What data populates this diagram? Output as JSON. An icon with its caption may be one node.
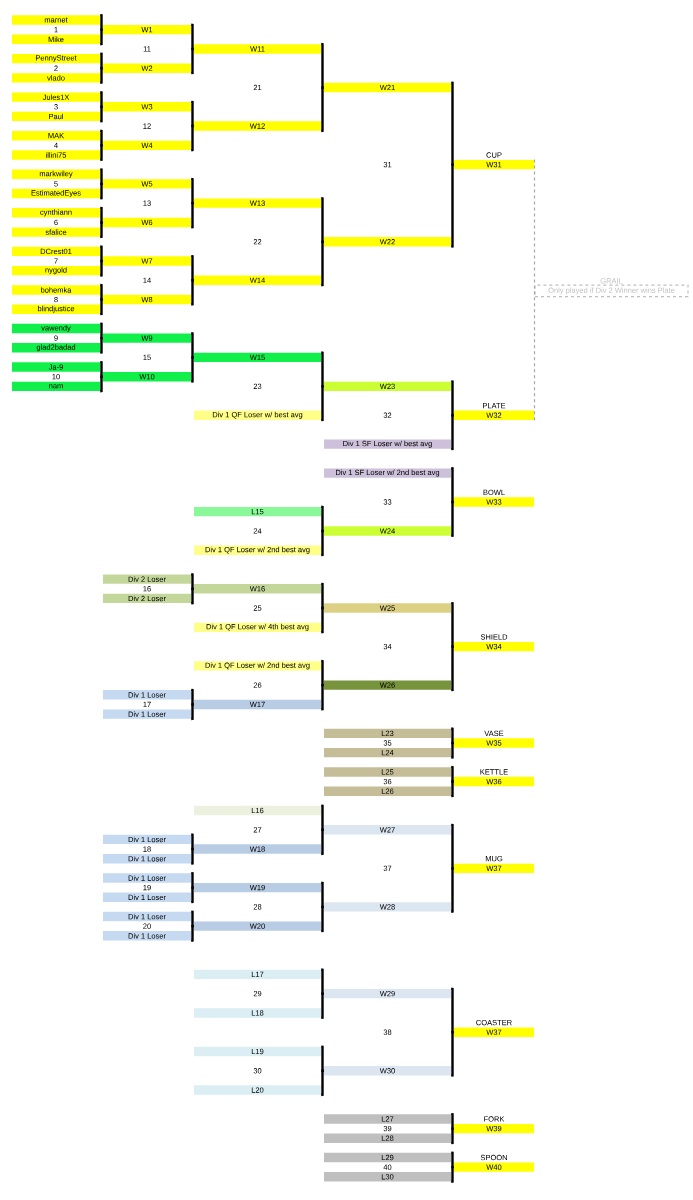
{
  "diagram": {
    "nodes": [
      {
        "text": [
          "marnet"
        ]
      },
      {
        "text": [
          "W1"
        ]
      },
      {
        "text": [
          "Mike"
        ]
      },
      {
        "text": [
          "W11"
        ]
      },
      {
        "text": [
          "PennyStreet"
        ]
      },
      {
        "text": [
          "W2"
        ]
      },
      {
        "text": [
          "vlado"
        ]
      },
      {
        "text": [
          "W21"
        ]
      },
      {
        "text": [
          "Jules1X"
        ]
      },
      {
        "text": [
          "W3"
        ]
      },
      {
        "text": [
          "Paul"
        ]
      },
      {
        "text": [
          "W12"
        ]
      },
      {
        "text": [
          "MAK"
        ]
      },
      {
        "text": [
          "W4"
        ]
      },
      {
        "text": [
          "illini75"
        ]
      },
      {
        "text": [
          "CUP",
          "W31"
        ]
      },
      {
        "text": [
          "markwiley"
        ]
      },
      {
        "text": [
          "W5"
        ]
      },
      {
        "text": [
          "EstimatedEyes"
        ]
      },
      {
        "text": [
          "W13"
        ]
      },
      {
        "text": [
          "cynthiann"
        ]
      },
      {
        "text": [
          "W6"
        ]
      },
      {
        "text": [
          "sfalice"
        ]
      },
      {
        "text": [
          "W22"
        ]
      },
      {
        "text": [
          "DCrest01"
        ]
      },
      {
        "text": [
          "W7"
        ]
      },
      {
        "text": [
          "nygold"
        ]
      },
      {
        "text": [
          "W14"
        ]
      },
      {
        "text": [
          "GRAIL",
          "Only played if Div 2 Winner wins Plate"
        ]
      },
      {
        "text": [
          "bohemka"
        ]
      },
      {
        "text": [
          "W8"
        ]
      },
      {
        "text": [
          "blindjustice"
        ]
      },
      {
        "text": [
          "vawendy"
        ]
      },
      {
        "text": [
          "W9"
        ]
      },
      {
        "text": [
          "glad2badad"
        ]
      },
      {
        "text": [
          "W15"
        ]
      },
      {
        "text": [
          "Ja-9"
        ]
      },
      {
        "text": [
          "W10"
        ]
      },
      {
        "text": [
          "nam"
        ]
      },
      {
        "text": [
          "W23"
        ]
      },
      {
        "text": [
          "Div 1 QF Loser w/ best avg"
        ]
      },
      {
        "text": [
          "PLATE",
          "W32"
        ]
      },
      {
        "text": [
          "Div 1 SF Loser w/ best avg"
        ]
      },
      {
        "text": [
          "Div 1 SF Loser w/ 2nd best avg"
        ]
      },
      {
        "text": [
          "BOWL",
          "W33"
        ]
      },
      {
        "text": [
          "L15"
        ]
      },
      {
        "text": [
          "W24"
        ]
      },
      {
        "text": [
          "Div 1 QF Loser w/ 2nd best avg"
        ]
      },
      {
        "text": [
          "Div 2 Loser"
        ]
      },
      {
        "text": [
          "W16"
        ]
      },
      {
        "text": [
          "Div 2 Loser"
        ]
      },
      {
        "text": [
          "W25"
        ]
      },
      {
        "text": [
          "Div 1 QF Loser w/ 4th best avg"
        ]
      },
      {
        "text": [
          "SHIELD",
          "W34"
        ]
      },
      {
        "text": [
          "Div 1 QF Loser w/ 2nd best avg"
        ]
      },
      {
        "text": [
          "W26"
        ]
      },
      {
        "text": [
          "Div 1 Loser"
        ]
      },
      {
        "text": [
          "W17"
        ]
      },
      {
        "text": [
          "Div 1 Loser"
        ]
      },
      {
        "text": [
          "L23"
        ]
      },
      {
        "text": [
          "VASE",
          "W35"
        ]
      },
      {
        "text": [
          "L24"
        ]
      },
      {
        "text": [
          "L25"
        ]
      },
      {
        "text": [
          "KETTLE",
          "W36"
        ]
      },
      {
        "text": [
          "L26"
        ]
      },
      {
        "text": [
          "L16"
        ]
      },
      {
        "text": [
          "W27"
        ]
      },
      {
        "text": [
          "Div 1 Loser"
        ]
      },
      {
        "text": [
          "W18"
        ]
      },
      {
        "text": [
          "Div 1 Loser"
        ]
      },
      {
        "text": [
          "MUG",
          "W37"
        ]
      },
      {
        "text": [
          "Div 1 Loser"
        ]
      },
      {
        "text": [
          "W19"
        ]
      },
      {
        "text": [
          "Div 1 Loser"
        ]
      },
      {
        "text": [
          "W28"
        ]
      },
      {
        "text": [
          "Div 1 Loser"
        ]
      },
      {
        "text": [
          "W20"
        ]
      },
      {
        "text": [
          "Div 1 Loser"
        ]
      },
      {
        "text": [
          "L17"
        ]
      },
      {
        "text": [
          "W29"
        ]
      },
      {
        "text": [
          "L18"
        ]
      },
      {
        "text": [
          "COASTER",
          "W37"
        ]
      },
      {
        "text": [
          "L19"
        ]
      },
      {
        "text": [
          "W30"
        ]
      },
      {
        "text": [
          "L20"
        ]
      },
      {
        "text": [
          "L27"
        ]
      },
      {
        "text": [
          "FORK",
          "W39"
        ]
      },
      {
        "text": [
          "L28"
        ]
      },
      {
        "text": [
          "L29"
        ]
      },
      {
        "text": [
          "SPOON",
          "W40"
        ]
      },
      {
        "text": [
          "L30"
        ]
      }
    ],
    "edges": [
      {
        "from": 0,
        "to": 1,
        "arrow": "none"
      },
      {
        "from": 2,
        "to": 1,
        "arrow": "none"
      },
      {
        "from": 4,
        "to": 5,
        "arrow": "none"
      },
      {
        "from": 6,
        "to": 5,
        "arrow": "none"
      },
      {
        "from": 8,
        "to": 9,
        "arrow": "none"
      },
      {
        "from": 10,
        "to": 9,
        "arrow": "none"
      },
      {
        "from": 12,
        "to": 13,
        "arrow": "none"
      },
      {
        "from": 14,
        "to": 13,
        "arrow": "none"
      },
      {
        "from": 16,
        "to": 17,
        "arrow": "none"
      },
      {
        "from": 18,
        "to": 17,
        "arrow": "none"
      },
      {
        "from": 20,
        "to": 21,
        "arrow": "none"
      },
      {
        "from": 22,
        "to": 21,
        "arrow": "none"
      },
      {
        "from": 24,
        "to": 25,
        "arrow": "none"
      },
      {
        "from": 26,
        "to": 25,
        "arrow": "none"
      },
      {
        "from": 29,
        "to": 30,
        "arrow": "none"
      },
      {
        "from": 31,
        "to": 30,
        "arrow": "none"
      },
      {
        "from": 32,
        "to": 33,
        "arrow": "none"
      },
      {
        "from": 34,
        "to": 33,
        "arrow": "none"
      },
      {
        "from": 36,
        "to": 37,
        "arrow": "none"
      },
      {
        "from": 38,
        "to": 37,
        "arrow": "none"
      },
      {
        "from": 1,
        "to": 3,
        "arrow": "none"
      },
      {
        "from": 5,
        "to": 3,
        "arrow": "none"
      },
      {
        "from": 9,
        "to": 11,
        "arrow": "none"
      },
      {
        "from": 13,
        "to": 11,
        "arrow": "none"
      },
      {
        "from": 17,
        "to": 19,
        "arrow": "none"
      },
      {
        "from": 21,
        "to": 19,
        "arrow": "none"
      },
      {
        "from": 25,
        "to": 27,
        "arrow": "none"
      },
      {
        "from": 30,
        "to": 27,
        "arrow": "none"
      },
      {
        "from": 33,
        "to": 35,
        "arrow": "none"
      },
      {
        "from": 37,
        "to": 35,
        "arrow": "none"
      },
      {
        "from": 3,
        "to": 7,
        "arrow": "none"
      },
      {
        "from": 11,
        "to": 7,
        "arrow": "none"
      },
      {
        "from": 19,
        "to": 23,
        "arrow": "none"
      },
      {
        "from": 27,
        "to": 23,
        "arrow": "none"
      },
      {
        "from": 35,
        "to": 39,
        "arrow": "none"
      },
      {
        "from": 40,
        "to": 39,
        "arrow": "none"
      },
      {
        "from": 7,
        "to": 15,
        "arrow": "none"
      },
      {
        "from": 23,
        "to": 15,
        "arrow": "none"
      },
      {
        "from": 39,
        "to": 41,
        "arrow": "none"
      },
      {
        "from": 42,
        "to": 41,
        "arrow": "none"
      },
      {
        "from": 43,
        "to": 44,
        "arrow": "none"
      },
      {
        "from": 46,
        "to": 44,
        "arrow": "none"
      },
      {
        "from": 45,
        "to": 46,
        "arrow": "none"
      },
      {
        "from": 47,
        "to": 46,
        "arrow": "none"
      },
      {
        "from": 48,
        "to": 49,
        "arrow": "none"
      },
      {
        "from": 50,
        "to": 49,
        "arrow": "none"
      },
      {
        "from": 49,
        "to": 51,
        "arrow": "none"
      },
      {
        "from": 52,
        "to": 51,
        "arrow": "none"
      },
      {
        "from": 54,
        "to": 55,
        "arrow": "none"
      },
      {
        "from": 57,
        "to": 55,
        "arrow": "none"
      },
      {
        "from": 51,
        "to": 53,
        "arrow": "none"
      },
      {
        "from": 55,
        "to": 53,
        "arrow": "none"
      },
      {
        "from": 56,
        "to": 57,
        "arrow": "none"
      },
      {
        "from": 58,
        "to": 57,
        "arrow": "none"
      },
      {
        "from": 59,
        "to": 60,
        "arrow": "none"
      },
      {
        "from": 61,
        "to": 60,
        "arrow": "none"
      },
      {
        "from": 62,
        "to": 63,
        "arrow": "none"
      },
      {
        "from": 64,
        "to": 63,
        "arrow": "none"
      },
      {
        "from": 67,
        "to": 68,
        "arrow": "none"
      },
      {
        "from": 69,
        "to": 68,
        "arrow": "none"
      },
      {
        "from": 65,
        "to": 66,
        "arrow": "none"
      },
      {
        "from": 68,
        "to": 66,
        "arrow": "none"
      },
      {
        "from": 71,
        "to": 72,
        "arrow": "none"
      },
      {
        "from": 73,
        "to": 72,
        "arrow": "none"
      },
      {
        "from": 75,
        "to": 76,
        "arrow": "none"
      },
      {
        "from": 77,
        "to": 76,
        "arrow": "none"
      },
      {
        "from": 72,
        "to": 74,
        "arrow": "none"
      },
      {
        "from": 76,
        "to": 74,
        "arrow": "none"
      },
      {
        "from": 66,
        "to": 70,
        "arrow": "none"
      },
      {
        "from": 74,
        "to": 70,
        "arrow": "none"
      },
      {
        "from": 78,
        "to": 79,
        "arrow": "none"
      },
      {
        "from": 80,
        "to": 79,
        "arrow": "none"
      },
      {
        "from": 82,
        "to": 83,
        "arrow": "none"
      },
      {
        "from": 84,
        "to": 83,
        "arrow": "none"
      },
      {
        "from": 79,
        "to": 81,
        "arrow": "none"
      },
      {
        "from": 83,
        "to": 81,
        "arrow": "none"
      },
      {
        "from": 85,
        "to": 86,
        "arrow": "none"
      },
      {
        "from": 87,
        "to": 86,
        "arrow": "none"
      },
      {
        "from": 88,
        "to": 89,
        "arrow": "none"
      },
      {
        "from": 90,
        "to": 89,
        "arrow": "none"
      },
      {
        "from": 15,
        "to": 28,
        "arrow": "none",
        "style": "dashed",
        "color": "#a6a6a6"
      },
      {
        "from": 41,
        "to": 28,
        "arrow": "none",
        "style": "dashed",
        "color": "#a6a6a6"
      }
    ],
    "labels": [
      "1",
      "11",
      "2",
      "21",
      "3",
      "12",
      "4",
      "31",
      "5",
      "13",
      "6",
      "22",
      "7",
      "14",
      "8",
      "9",
      "15",
      "10",
      "23",
      "32",
      "33",
      "24",
      "16",
      "25",
      "34",
      "26",
      "17",
      "35",
      "36",
      "27",
      "18",
      "37",
      "19",
      "28",
      "20",
      "29",
      "38",
      "30",
      "39",
      "40"
    ]
  }
}
